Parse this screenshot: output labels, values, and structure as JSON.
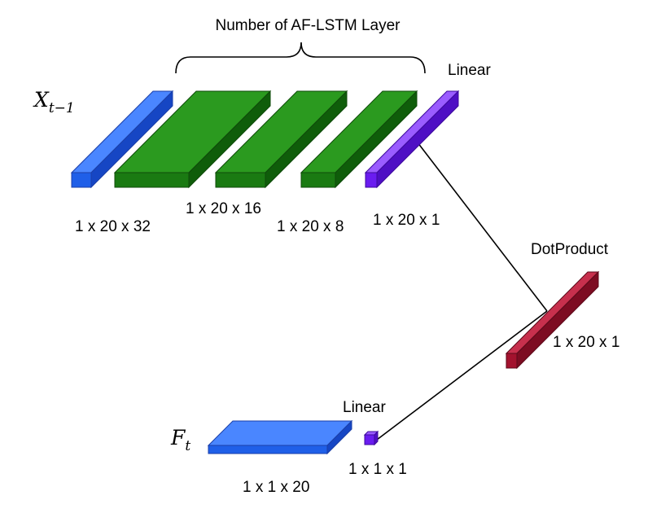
{
  "diagram": {
    "brace_label": "Number of AF-LSTM Layer",
    "input_x": {
      "base": "X",
      "subscript": "t−1"
    },
    "input_f": {
      "base": "F",
      "subscript": "t"
    },
    "linear_top_label": "Linear",
    "linear_bottom_label": "Linear",
    "dot_product_label": "DotProduct",
    "shapes": {
      "x_input": "1 x 20 x 32",
      "lstm_1": "1 x 20 x 16",
      "lstm_2": "1 x 20 x 8",
      "linear_top": "1 x 20 x 1",
      "dot_product": "1 x 20 x 1",
      "f_input": "1 x 1 x 20",
      "linear_bottom": "1 x 1 x 1"
    },
    "colors": {
      "input_blue": "#1f5fe8",
      "lstm_green": "#1a7a12",
      "linear_purple": "#6a1cf0",
      "dot_red": "#a3122e"
    }
  }
}
